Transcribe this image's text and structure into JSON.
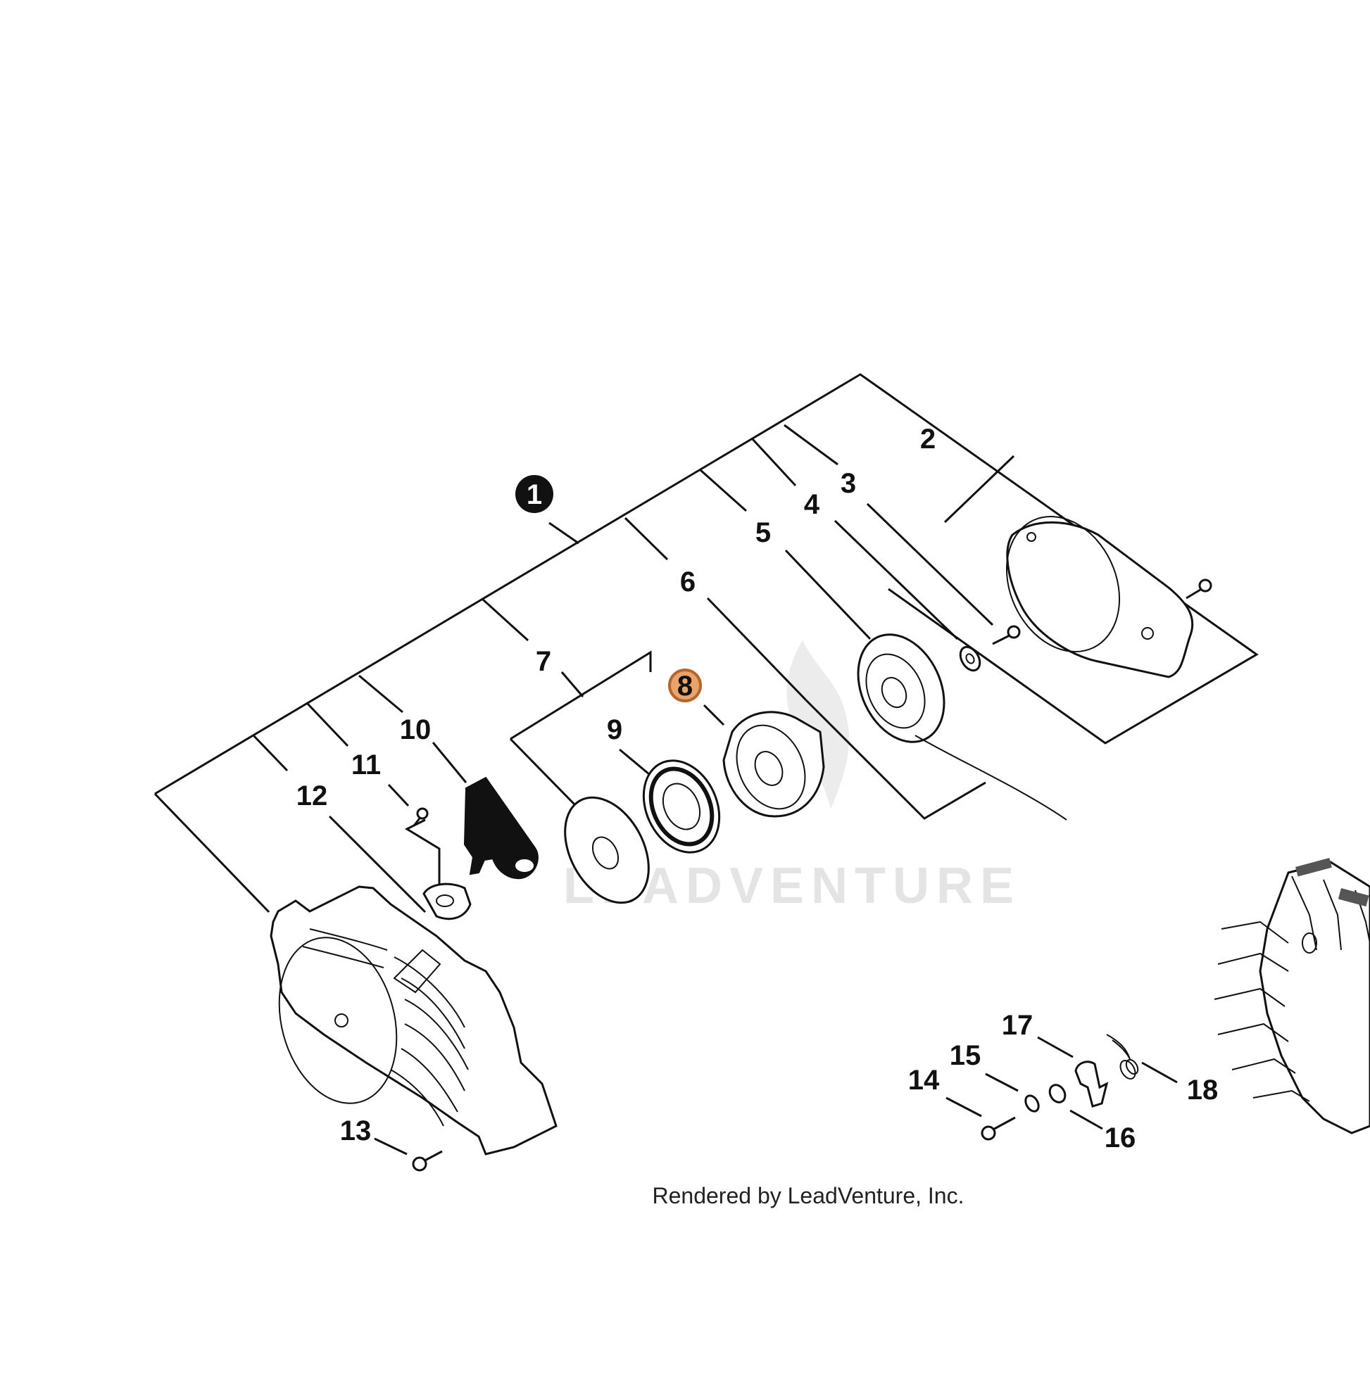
{
  "diagram": {
    "callouts": [
      {
        "id": "1",
        "label": "1",
        "style": "filled"
      },
      {
        "id": "2",
        "label": "2"
      },
      {
        "id": "3",
        "label": "3"
      },
      {
        "id": "4",
        "label": "4"
      },
      {
        "id": "5",
        "label": "5"
      },
      {
        "id": "6",
        "label": "6"
      },
      {
        "id": "7",
        "label": "7"
      },
      {
        "id": "8",
        "label": "8",
        "style": "highlighted"
      },
      {
        "id": "9",
        "label": "9"
      },
      {
        "id": "10",
        "label": "10"
      },
      {
        "id": "11",
        "label": "11"
      },
      {
        "id": "12",
        "label": "12"
      },
      {
        "id": "13",
        "label": "13"
      },
      {
        "id": "14",
        "label": "14"
      },
      {
        "id": "15",
        "label": "15"
      },
      {
        "id": "16",
        "label": "16"
      },
      {
        "id": "17",
        "label": "17"
      },
      {
        "id": "18",
        "label": "18"
      }
    ],
    "watermark": "LEADVENTURE",
    "credit": "Rendered by LeadVenture, Inc.",
    "colors": {
      "ink": "#111111",
      "highlight_fill": "#e8a46a",
      "highlight_stroke": "#b8642a",
      "watermark": "#e4e4e4"
    }
  }
}
